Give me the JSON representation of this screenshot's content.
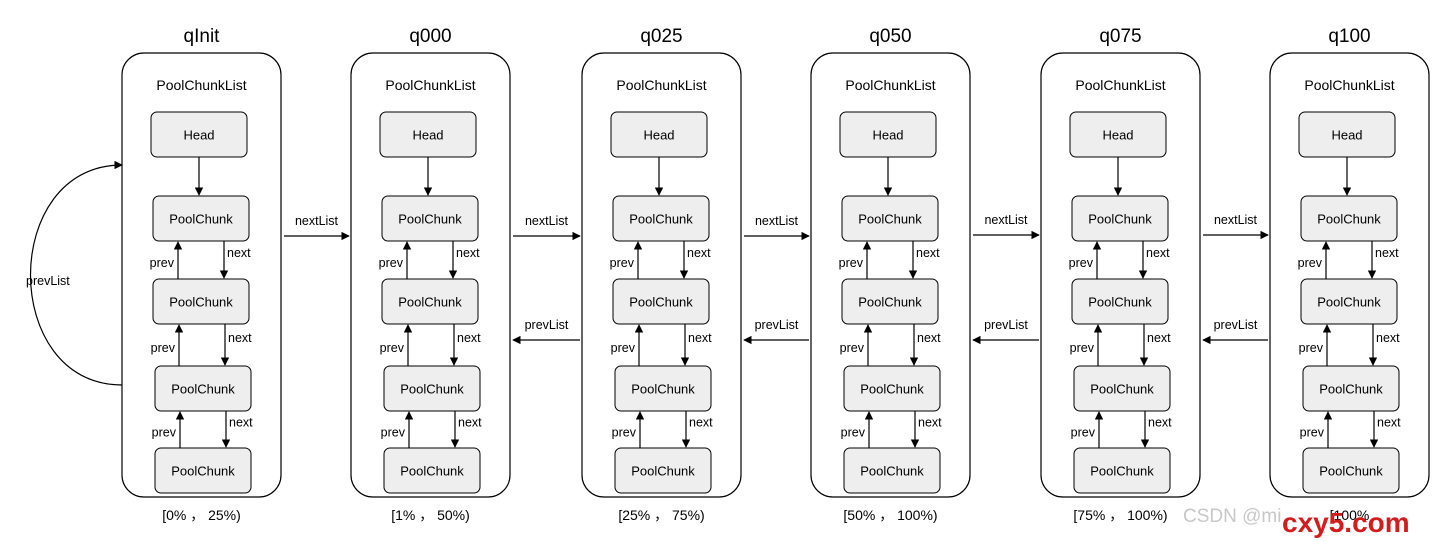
{
  "lists": [
    {
      "name": "qInit",
      "range": "[0% ， 25%)"
    },
    {
      "name": "q000",
      "range": "[1% ， 50%)"
    },
    {
      "name": "q025",
      "range": "[25% ， 75%)"
    },
    {
      "name": "q050",
      "range": "[50% ， 100%)"
    },
    {
      "name": "q075",
      "range": "[75% ， 100%)"
    },
    {
      "name": "q100",
      "range": "[100%"
    }
  ],
  "container_label": "PoolChunkList",
  "head_label": "Head",
  "chunk_label": "PoolChunk",
  "next_label": "next",
  "prev_label": "prev",
  "next_list_label": "nextList",
  "prev_list_label": "prevList",
  "watermark": {
    "csdn": "CSDN @mi",
    "site": "cxy5.com"
  }
}
